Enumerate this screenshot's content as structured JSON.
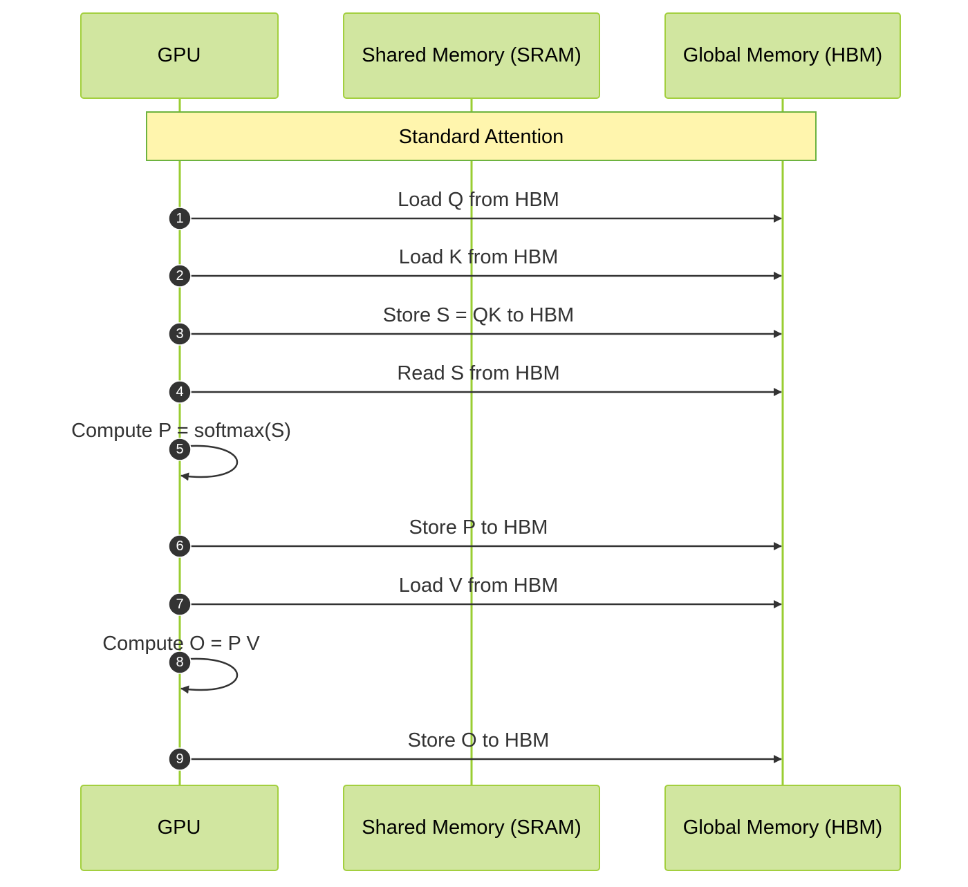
{
  "actors": [
    {
      "id": "gpu",
      "label": "GPU"
    },
    {
      "id": "sram",
      "label": "Shared Memory (SRAM)"
    },
    {
      "id": "hbm",
      "label": "Global Memory (HBM)"
    }
  ],
  "note": {
    "label": "Standard Attention",
    "over": [
      "gpu",
      "hbm"
    ]
  },
  "messages": [
    {
      "seq": "1",
      "from": "gpu",
      "to": "hbm",
      "label": "Load Q from HBM"
    },
    {
      "seq": "2",
      "from": "gpu",
      "to": "hbm",
      "label": "Load K from HBM"
    },
    {
      "seq": "3",
      "from": "gpu",
      "to": "hbm",
      "label": "Store S = QK to HBM"
    },
    {
      "seq": "4",
      "from": "gpu",
      "to": "hbm",
      "label": "Read S from HBM"
    },
    {
      "seq": "5",
      "from": "gpu",
      "to": "gpu",
      "label": "Compute P = softmax(S)"
    },
    {
      "seq": "6",
      "from": "gpu",
      "to": "hbm",
      "label": "Store P to HBM"
    },
    {
      "seq": "7",
      "from": "gpu",
      "to": "hbm",
      "label": "Load V from HBM"
    },
    {
      "seq": "8",
      "from": "gpu",
      "to": "gpu",
      "label": "Compute O = P V"
    },
    {
      "seq": "9",
      "from": "gpu",
      "to": "hbm",
      "label": "Store O to HBM"
    }
  ],
  "colors": {
    "actor_fill": "#D1E6A0",
    "actor_border": "#A3CF3F",
    "lifeline": "#9ACD32",
    "note_fill": "#FFF5AD",
    "note_border": "#6DB33F",
    "message": "#333333"
  }
}
